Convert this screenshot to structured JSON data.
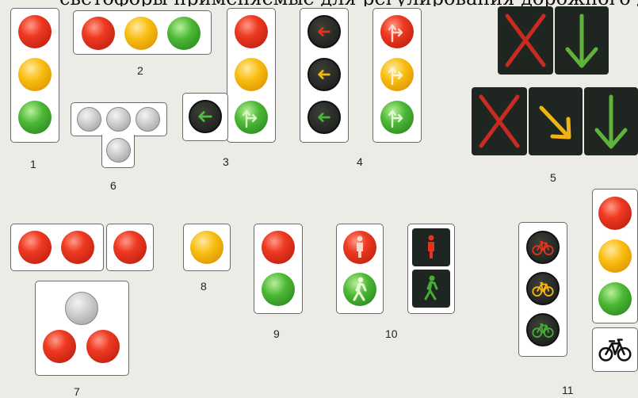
{
  "top_caption": "светофоры применяемые для регулирования дорожного движения",
  "numbers": {
    "n1": "1",
    "n2": "2",
    "n3": "3",
    "n4": "4",
    "n5": "5",
    "n6": "6",
    "n7": "7",
    "n8": "8",
    "n9": "9",
    "n10": "10",
    "n11": "11"
  },
  "colors": {
    "red": "#e5331d",
    "yellow": "#f6b70e",
    "green": "#45ad33",
    "inactive": "#c7c7c7",
    "dark_housing": "#262b27"
  },
  "icons": {
    "arrow_left": "arrow-left-icon",
    "arrow_right_turn": "right-turn-arrow-icon",
    "pedestrian": "pedestrian-icon",
    "bicycle": "bicycle-icon",
    "cross": "red-cross-icon",
    "arrow_down": "green-down-arrow-icon",
    "arrow_diag": "yellow-diagonal-arrow-icon"
  }
}
